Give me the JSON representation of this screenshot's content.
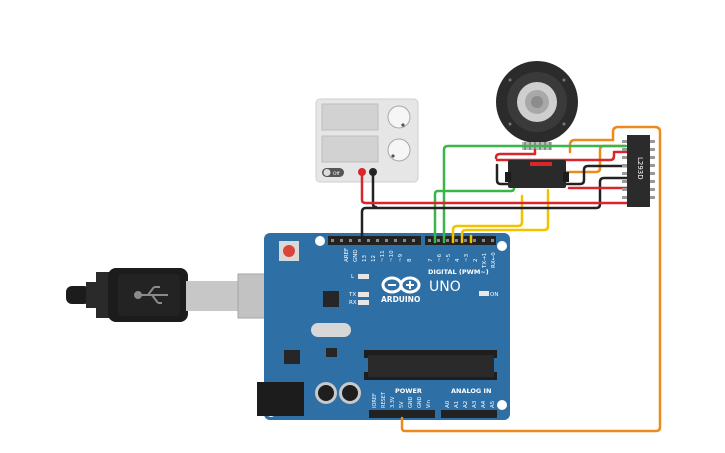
{
  "board": {
    "brand": "ARDUINO",
    "model": "UNO",
    "digital_header": "DIGITAL (PWM~)",
    "analog_header": "ANALOG IN",
    "power_header": "POWER",
    "led_l": "L",
    "led_tx": "TX",
    "led_rx": "RX",
    "led_on": "ON",
    "top_pins": [
      "AREF",
      "GND",
      "13",
      "12",
      "~11",
      "~10",
      "~9",
      "8",
      "7",
      "~6",
      "~5",
      "4",
      "~3",
      "2",
      "TX→1",
      "RX←0"
    ],
    "power_pins": [
      "IOREF",
      "RESET",
      "3.3V",
      "5V",
      "GND",
      "GND",
      "Vin"
    ],
    "analog_pins": [
      "A0",
      "A1",
      "A2",
      "A3",
      "A4",
      "A5"
    ]
  },
  "driver_chip": {
    "label": "L293D"
  },
  "power_supply": {
    "button_label": "Off"
  },
  "colors": {
    "board": "#2e6fa6",
    "wire_red": "#d8262b",
    "wire_black": "#222222",
    "wire_green": "#3ab54a",
    "wire_yellow": "#f2c200",
    "wire_orange": "#ec8a1c"
  }
}
